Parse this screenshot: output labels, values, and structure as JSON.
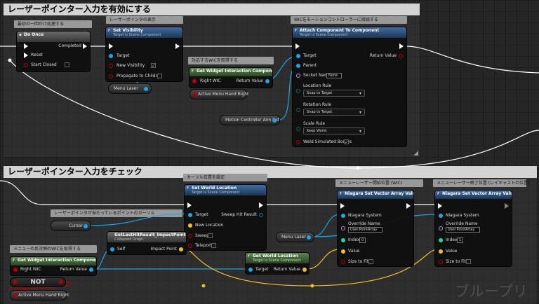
{
  "colors": {
    "exec": "#ffffff",
    "object": "#16a8e8",
    "bool": "#b80000",
    "vector": "#f2c020",
    "name": "#c08fe0",
    "struct": "#1d6e90",
    "text": "#e07ea8",
    "enum": "#0d6a55",
    "green_check": "#4ce04c"
  },
  "comments": {
    "laser_enable": "レーザーポインター入力を有効にする",
    "laser_check": "レーザーポインター入力をチェック",
    "first_only": "最初の一回だけ処理する",
    "show_laser": "レーザーポインタの表示",
    "get_wic": "対応するWICを取得する",
    "attach_wic": "WICをモーションコントローラーに接続する",
    "cursor_pos": "カーソル位置を設定",
    "laser_hit": "レーザーポインタが当たっているポイントのカーソル",
    "get_other_wic": "メニューの反対側のWICを取得する",
    "laser_start": "メニューレーザー開始位置 (WIC)",
    "laser_end": "メニューレーザー終了位置 (レイキャストの位置)"
  },
  "nodes": {
    "do_once": {
      "title": "Do Once",
      "pins": {
        "completed": "Completed",
        "reset": "Reset",
        "start_closed": "Start Closed"
      }
    },
    "set_visibility": {
      "title": "Set Visibility",
      "subtitle": "Target is Scene Component",
      "pins": {
        "target": "Target",
        "new_visibility": "New Visibility",
        "propagate": "Propagate to Children"
      }
    },
    "get_wic_1": {
      "title": "Get Widget Interaction Component",
      "pins": {
        "right_wic": "Right WIC",
        "return_value": "Return Value"
      }
    },
    "attach": {
      "title": "Attach Component To Component",
      "subtitle": "Target is Scene Component",
      "pins": {
        "target": "Target",
        "return_value": "Return Value",
        "parent": "Parent",
        "socket_name": "Socket Name",
        "socket_value": "None",
        "location_rule": "Location Rule",
        "location_value": "Snap to Target",
        "rotation_rule": "Rotation Rule",
        "rotation_value": "Snap to Target",
        "scale_rule": "Scale Rule",
        "scale_value": "Keep World",
        "weld": "Weld Simulated Bodies"
      }
    },
    "set_world_location": {
      "title": "Set World Location",
      "subtitle": "Target is Scene Component",
      "pins": {
        "target": "Target",
        "sweep_hit": "Sweep Hit Result",
        "new_location": "New Location",
        "sweep": "Sweep",
        "teleport": "Teleport"
      }
    },
    "niagara_1": {
      "title": "Niagara Set Vector Array Value",
      "pins": {
        "niagara_system": "Niagara System",
        "override_name": "Override Name",
        "override_value": "User.PointArray",
        "index": "Index",
        "index_value": "0",
        "value": "Value",
        "size_to_fit": "Size to Fit"
      }
    },
    "niagara_2": {
      "title": "Niagara Set Vector Array Value",
      "pins": {
        "niagara_system": "Niagara System",
        "override_name": "Override Name",
        "override_value": "User.PointArray",
        "index": "Index",
        "index_value": "1",
        "value": "Value",
        "size_to_fit": "Size to Fit"
      }
    },
    "get_last_hit": {
      "title": "GetLastHitResult_ImpactPoint",
      "subtitle": "Collapsed Graph",
      "pins": {
        "self": "Self",
        "impact_point": "Impact Point"
      }
    },
    "get_wic_2": {
      "title": "Get Widget Interaction Component",
      "pins": {
        "right_wic": "Right WIC",
        "return_value": "Return Value"
      }
    },
    "get_world_location": {
      "title": "Get World Location",
      "subtitle": "Target is Scene Component",
      "pins": {
        "target": "Target",
        "return_value": "Return Value"
      }
    },
    "not": {
      "title": "NOT"
    }
  },
  "variables": {
    "menu_laser_1": "Menu Laser",
    "active_menu_hand_right_1": "Active Menu Hand Right",
    "motion_controller_aim_ref": "Motion Controller Aim Ref",
    "cursor": "Cursor",
    "menu_laser_2": "Menu Laser",
    "active_menu_hand_right_2": "Active Menu Hand Right"
  },
  "watermark": "ブループリ"
}
